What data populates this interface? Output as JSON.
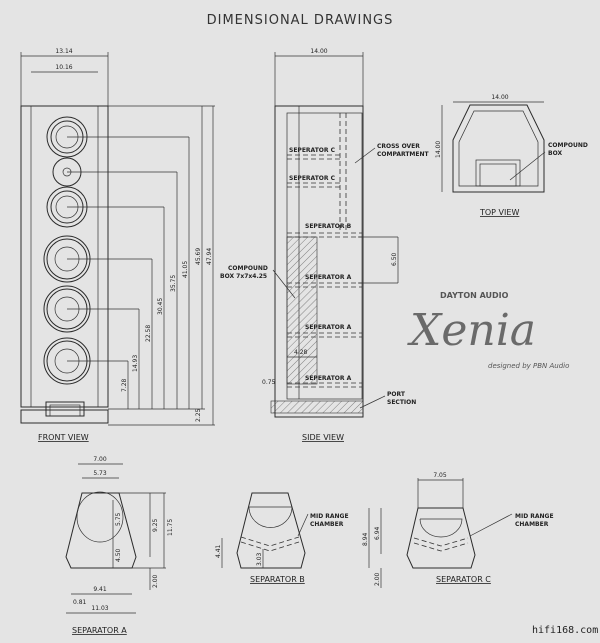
{
  "title": "DIMENSIONAL DRAWINGS",
  "front_view": {
    "label": "FRONT VIEW",
    "width_outer": "13.14",
    "width_inner": "10.16",
    "heights": [
      "7.28",
      "14.93",
      "22.58",
      "30.45",
      "35.75",
      "41.05",
      "45.69",
      "47.94"
    ],
    "base": "2.25"
  },
  "side_view": {
    "label": "SIDE VIEW",
    "depth": "14.00",
    "separators": [
      "SEPERATOR C",
      "SEPERATOR C",
      "SEPERATOR B",
      "SEPERATOR A",
      "SEPERATOR A",
      "SEPERATOR A"
    ],
    "crossover": [
      "CROSS OVER",
      "COMPARTMENT"
    ],
    "compound": [
      "COMPOUND",
      "BOX 7x7x4.25"
    ],
    "port": [
      "PORT",
      "SECTION"
    ],
    "dim_650": "6.50",
    "dim_428": "4.28",
    "dim_075": "0.75"
  },
  "top_view": {
    "label": "TOP VIEW",
    "width": "14.00",
    "depth": "14.00",
    "compound": [
      "COMPOUND",
      "BOX"
    ]
  },
  "logo": {
    "brand": "DAYTON AUDIO",
    "name": "Xenia",
    "tagline": "designed by PBN Audio"
  },
  "separator_a": {
    "label": "SEPARATOR A",
    "top_outer": "7.00",
    "top_inner": "5.73",
    "circle": "5.75",
    "lower": "4.50",
    "mid": "9.25",
    "total": "11.75",
    "bottom": "2.00",
    "base_inner": "9.41",
    "radius": "0.81",
    "base_outer": "11.03"
  },
  "separator_b": {
    "label": "SEPARATOR B",
    "h1": "4.41",
    "h2": "3.03",
    "chamber": [
      "MID RANGE",
      "CHAMBER"
    ]
  },
  "separator_c": {
    "label": "SEPARATOR C",
    "top": "7.05",
    "h1": "8.94",
    "h2": "6.94",
    "bottom": "2.00",
    "chamber": [
      "MID RANGE",
      "CHAMBER"
    ]
  },
  "watermark": "hifi168.com"
}
